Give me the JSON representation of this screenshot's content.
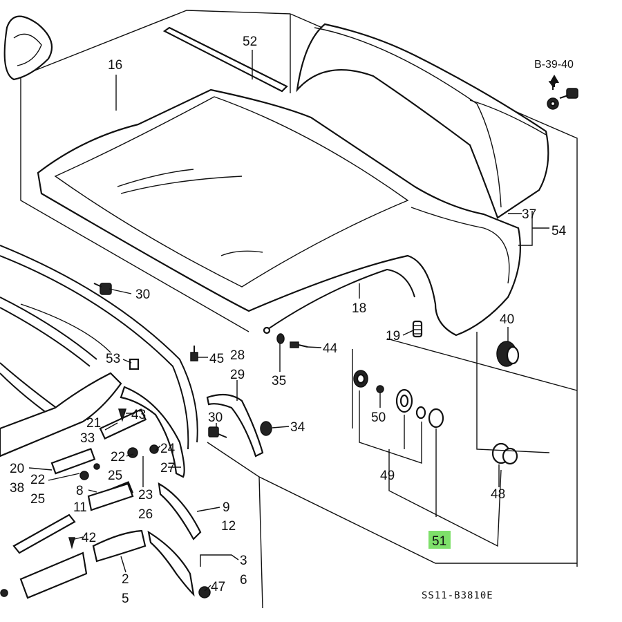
{
  "diagram_code": "SS11-B3810E",
  "ref_label": "B-39-40",
  "highlight_color": "#7ee06a",
  "callouts": [
    {
      "id": "c52",
      "text": "52"
    },
    {
      "id": "c16",
      "text": "16"
    },
    {
      "id": "c37",
      "text": "37"
    },
    {
      "id": "c54",
      "text": "54"
    },
    {
      "id": "c30a",
      "text": "30"
    },
    {
      "id": "c18",
      "text": "18"
    },
    {
      "id": "c40",
      "text": "40"
    },
    {
      "id": "c19",
      "text": "19"
    },
    {
      "id": "c53",
      "text": "53"
    },
    {
      "id": "c45",
      "text": "45"
    },
    {
      "id": "c28",
      "text": "28"
    },
    {
      "id": "c29",
      "text": "29"
    },
    {
      "id": "c44",
      "text": "44"
    },
    {
      "id": "c35",
      "text": "35"
    },
    {
      "id": "c50",
      "text": "50"
    },
    {
      "id": "c43",
      "text": "43"
    },
    {
      "id": "c21",
      "text": "21"
    },
    {
      "id": "c33",
      "text": "33"
    },
    {
      "id": "c30b",
      "text": "30"
    },
    {
      "id": "c34",
      "text": "34"
    },
    {
      "id": "c24",
      "text": "24"
    },
    {
      "id": "c22a",
      "text": "22"
    },
    {
      "id": "c25a",
      "text": "25"
    },
    {
      "id": "c27",
      "text": "27"
    },
    {
      "id": "c20",
      "text": "20"
    },
    {
      "id": "c22b",
      "text": "22"
    },
    {
      "id": "c38",
      "text": "38"
    },
    {
      "id": "c25b",
      "text": "25"
    },
    {
      "id": "c8",
      "text": "8"
    },
    {
      "id": "c11",
      "text": "11"
    },
    {
      "id": "c23",
      "text": "23"
    },
    {
      "id": "c26",
      "text": "26"
    },
    {
      "id": "c9",
      "text": "9"
    },
    {
      "id": "c12",
      "text": "12"
    },
    {
      "id": "c49",
      "text": "49"
    },
    {
      "id": "c48",
      "text": "48"
    },
    {
      "id": "c42",
      "text": "42"
    },
    {
      "id": "c3",
      "text": "3"
    },
    {
      "id": "c6",
      "text": "6"
    },
    {
      "id": "c2",
      "text": "2"
    },
    {
      "id": "c5",
      "text": "5"
    },
    {
      "id": "c47",
      "text": "47"
    },
    {
      "id": "c51",
      "text": "51"
    }
  ]
}
